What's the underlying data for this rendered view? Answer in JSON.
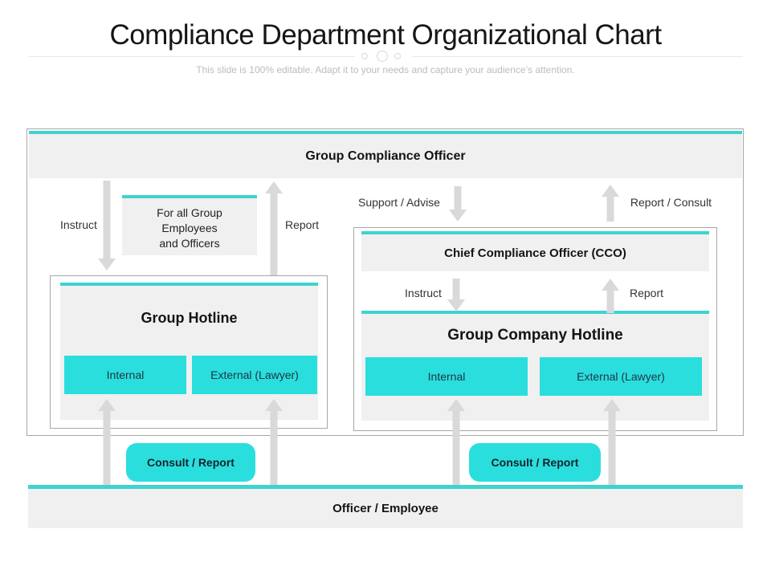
{
  "page": {
    "title": "Compliance Department Organizational Chart",
    "subtitle": "This slide is 100% editable. Adapt it to your needs and capture your audience’s attention."
  },
  "colors": {
    "cyan_fill": "#2BDEDE",
    "teal_line": "#3ED3D0",
    "panel_gray": "#F0F0F0",
    "arrow_gray": "#D9D9D9",
    "border_gray": "#A7A7A7"
  },
  "diagram": {
    "top_bar": "Group Compliance Officer",
    "left": {
      "instruct_label": "Instruct",
      "report_label": "Report",
      "audience_box_lines": [
        "For all Group",
        "Employees",
        "and Officers"
      ],
      "hotline_title": "Group Hotline",
      "internal_label": "Internal",
      "external_label": "External  (Lawyer)"
    },
    "right": {
      "support_advise_label": "Support / Advise",
      "report_consult_label": "Report / Consult",
      "cco_title": "Chief Compliance Officer (CCO)",
      "instruct_label": "Instruct",
      "report_label": "Report",
      "hotline_title": "Group Company Hotline",
      "internal_label": "Internal",
      "external_label": "External (Lawyer)"
    },
    "bottom": {
      "consult_report_left": "Consult / Report",
      "consult_report_right": "Consult / Report",
      "base_bar": "Officer / Employee"
    }
  }
}
